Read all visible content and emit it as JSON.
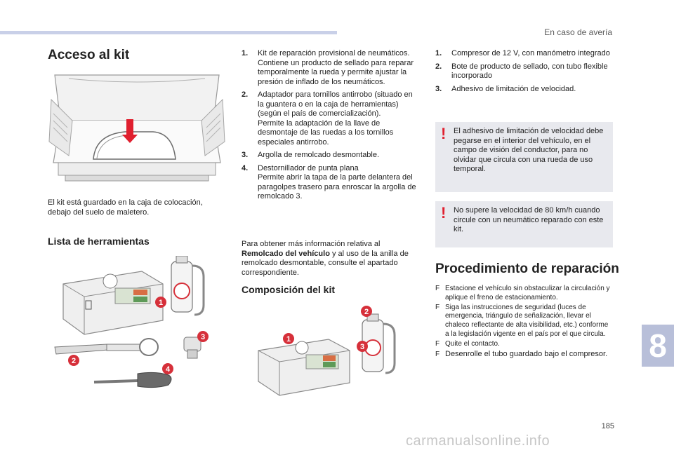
{
  "header": {
    "section": "En caso de avería"
  },
  "chapter": "8",
  "page_number": "185",
  "watermark": "carmanualsonline.info",
  "col1": {
    "title": "Acceso al kit",
    "intro": "El kit está guardado en la caja de colocación, debajo del suelo de maletero.",
    "tools_title": "Lista de herramientas"
  },
  "col2": {
    "items": [
      {
        "n": "1.",
        "text": "Kit de reparación provisional de neumáticos.\nContiene un producto de sellado para reparar temporalmente la rueda y permite ajustar la presión de inflado de los neumáticos."
      },
      {
        "n": "2.",
        "text": "Adaptador para tornillos antirrobo (situado en la guantera o en la caja de herramientas) (según el país de comercialización).\nPermite la adaptación de la llave de desmontaje de las ruedas a los tornillos especiales antirrobo."
      },
      {
        "n": "3.",
        "text": "Argolla de remolcado desmontable."
      },
      {
        "n": "4.",
        "text": "Destornillador de punta plana\nPermite abrir la tapa de la parte delantera del paragolpes trasero para enroscar la argolla de remolcado 3."
      }
    ],
    "more_info_pre": "Para obtener más información relativa al ",
    "more_info_bold": "Remolcado del vehículo",
    "more_info_post": " y al uso de la anilla de remolcado desmontable, consulte el apartado correspondiente.",
    "composition_title": "Composición del kit"
  },
  "col3": {
    "items": [
      {
        "n": "1.",
        "text": "Compresor de 12 V, con manómetro integrado"
      },
      {
        "n": "2.",
        "text": "Bote de producto de sellado, con tubo flexible incorporado"
      },
      {
        "n": "3.",
        "text": "Adhesivo de limitación de velocidad."
      }
    ],
    "warning1": "El adhesivo de limitación de velocidad debe pegarse en el interior del vehículo, en el campo de visión del conductor, para no olvidar que circula con una rueda de uso temporal.",
    "warning2": "No supere la velocidad de 80 km/h cuando circule con un neumático reparado con este kit.",
    "procedure_title": "Procedimiento de reparación",
    "steps": [
      "Estacione el vehículo sin obstaculizar la circulación y aplique el freno de estacionamiento.",
      "Siga las instrucciones de seguridad (luces de emergencia, triángulo de señalización, llevar el chaleco reflectante de alta visibilidad, etc.) conforme a la legislación vigente en el país por el que circula.",
      "Quite el contacto.",
      "Desenrolle el tubo guardado bajo el compresor."
    ],
    "warning_mark": "!",
    "check_mark": "F"
  },
  "figures": {
    "badges": [
      "1",
      "2",
      "3",
      "4"
    ],
    "arrow_color": "#e0202f",
    "badge_color": "#d6303a"
  }
}
